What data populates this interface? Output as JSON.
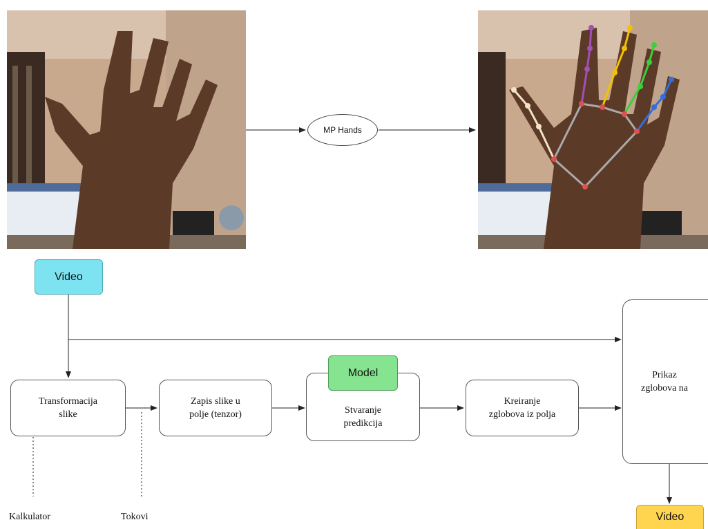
{
  "top": {
    "process_label": "MP Hands"
  },
  "flow": {
    "video_in": "Video",
    "model": "Model",
    "video_out": "Video",
    "steps": {
      "transform": [
        "Transformacija",
        "slike"
      ],
      "tensor": [
        "Zapis slike u",
        "polje (tenzor)"
      ],
      "predict": [
        "Stvaranje",
        "predikcija"
      ],
      "joints": [
        "Kreiranje",
        "zglobova iz polja"
      ],
      "display": [
        "Prikaz",
        "zglobova na"
      ]
    },
    "notes": {
      "calculator": "Kalkulator",
      "streams": "Tokovi"
    }
  },
  "colors": {
    "video_in_fill": "#7ee3f0",
    "video_in_border": "#4aa9b8",
    "model_fill": "#86e38f",
    "model_border": "#4c9c56",
    "video_out_fill": "#ffd54f",
    "video_out_border": "#caa23a",
    "wall": "#c9a98e",
    "skin": "#5c3a28"
  },
  "icons": {
    "left_image": "hand-photo-icon",
    "right_image": "hand-landmarks-photo-icon"
  }
}
